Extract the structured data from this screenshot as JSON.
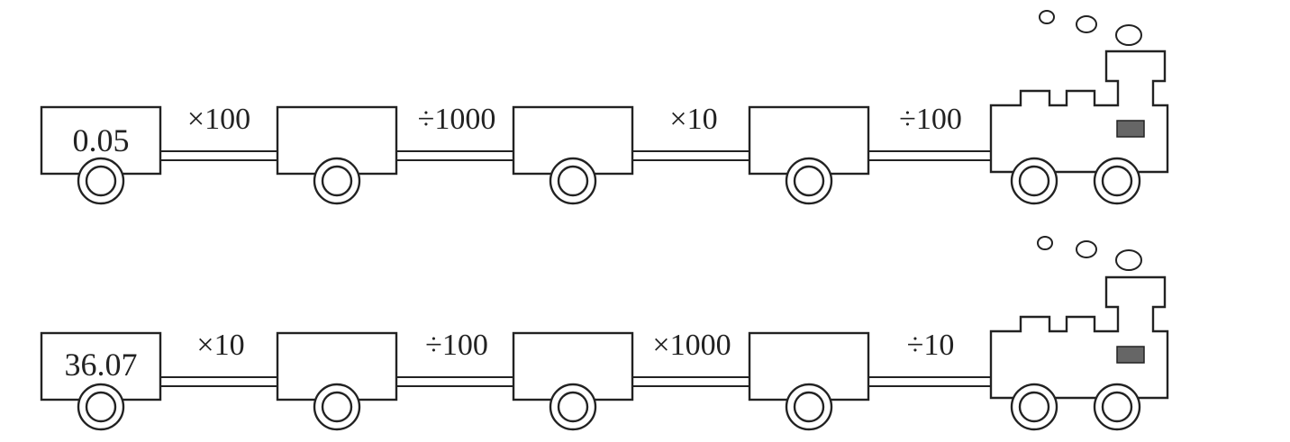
{
  "trains": [
    {
      "start_value": "0.05",
      "operations": [
        "×100",
        "÷1000",
        "×10",
        "÷100"
      ],
      "cars": [
        "",
        "",
        "",
        ""
      ]
    },
    {
      "start_value": "36.07",
      "operations": [
        "×10",
        "÷100",
        "×1000",
        "÷10"
      ],
      "cars": [
        "",
        "",
        "",
        ""
      ]
    }
  ],
  "colors": {
    "stroke": "#222222",
    "window": "#666666"
  }
}
